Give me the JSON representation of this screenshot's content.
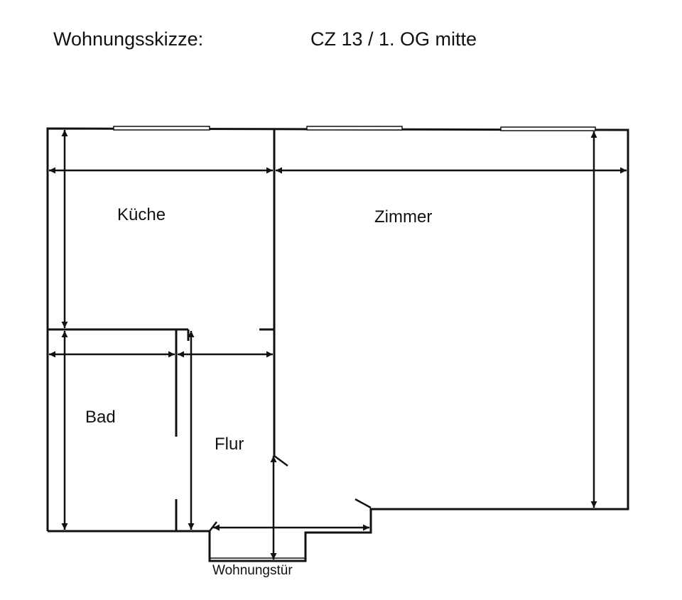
{
  "header": {
    "title": "Wohnungsskizze:",
    "subtitle": "CZ 13 /  1. OG mitte"
  },
  "rooms": {
    "kitchen": "Küche",
    "living": "Zimmer",
    "bath": "Bad",
    "hall": "Flur",
    "entrance": "Wohnungstür"
  }
}
